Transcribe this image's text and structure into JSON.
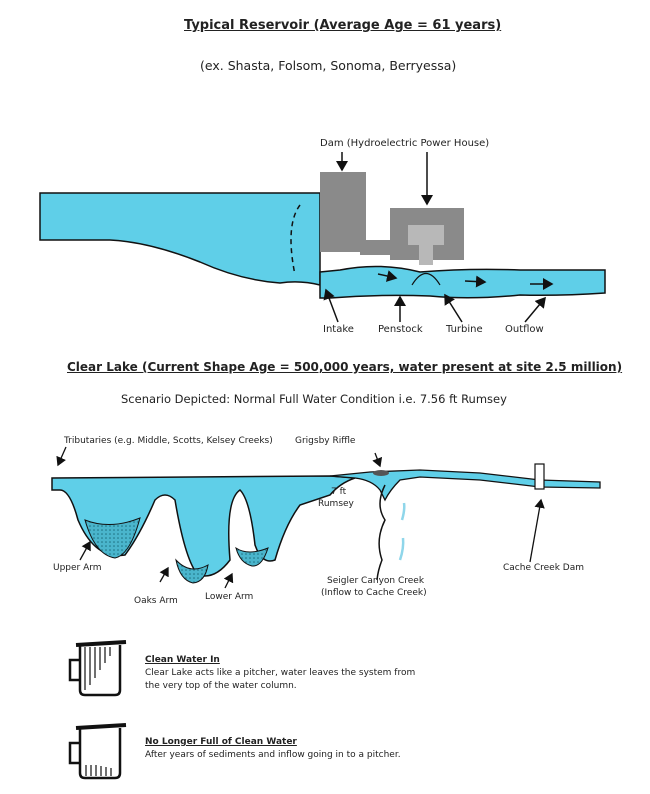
{
  "reservoir": {
    "title": "Typical Reservoir (Average Age = 61 years)",
    "examples": "(ex. Shasta, Folsom, Sonoma, Berryessa)",
    "labels": {
      "dam": "Dam (Hydroelectric Power House)",
      "intake": "Intake",
      "penstock": "Penstock",
      "turbine": "Turbine",
      "outflow": "Outflow"
    }
  },
  "clear_lake": {
    "title": "Clear Lake (Current Shape Age = 500,000 years, water present at site 2.5 million)",
    "scenario": "Scenario Depicted: Normal Full Water Condition i.e. 7.56 ft Rumsey",
    "labels": {
      "tributaries": "Tributaries (e.g. Middle, Scotts, Kelsey Creeks)",
      "grigsby": "Grigsby Riffle",
      "rumsey_line1": "7 ft",
      "rumsey_line2": "Rumsey",
      "upper_arm": "Upper Arm",
      "oaks_arm": "Oaks Arm",
      "lower_arm": "Lower Arm",
      "seigler_line1": "Seigler Canyon Creek",
      "seigler_line2": "(Inflow to Cache Creek)",
      "cache_dam": "Cache Creek Dam"
    }
  },
  "legend": [
    {
      "heading": "Clean Water In",
      "line1": "Clear Lake acts like a pitcher, water leaves the system from",
      "line2": "the very top of the water column."
    },
    {
      "heading": "No Longer Full of Clean Water",
      "line1": "After years of sediments and inflow going in to a pitcher.",
      "line2": ""
    }
  ],
  "colors": {
    "water": "#5fcfe8",
    "sediment": "#3fa7bd",
    "dam": "#8a8a8a",
    "turbine": "#b3b3b3"
  }
}
